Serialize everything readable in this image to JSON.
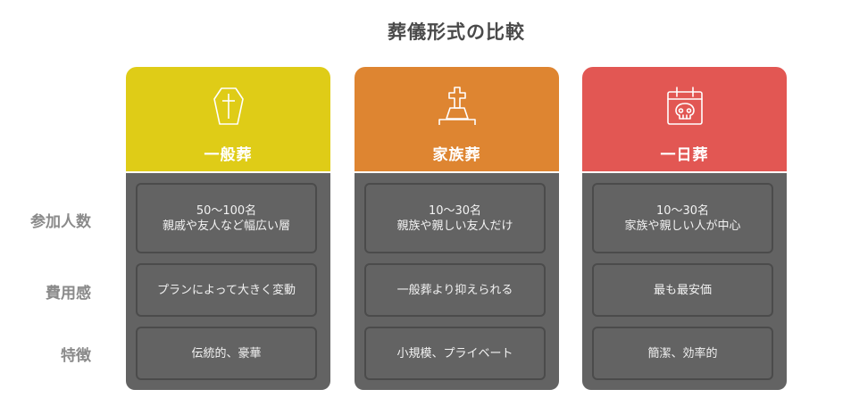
{
  "title": "葬儀形式の比較",
  "row_labels": [
    "参加人数",
    "費用感",
    "特徴"
  ],
  "columns": [
    {
      "name": "一般葬",
      "icon": "coffin-icon",
      "color": "#dfcc17",
      "cells": {
        "participants_count": "50〜100名",
        "participants_desc": "親戚や友人など幅広い層",
        "cost": "プランによって大きく変動",
        "feature": "伝統的、豪華"
      }
    },
    {
      "name": "家族葬",
      "icon": "gravestone-cross-icon",
      "color": "#de8531",
      "cells": {
        "participants_count": "10〜30名",
        "participants_desc": "親族や親しい友人だけ",
        "cost": "一般葬より抑えられる",
        "feature": "小規模、プライベート"
      }
    },
    {
      "name": "一日葬",
      "icon": "calendar-skull-icon",
      "color": "#e25753",
      "cells": {
        "participants_count": "10〜30名",
        "participants_desc": "家族や親しい人が中心",
        "cost": "最も最安価",
        "feature": "簡潔、効率的"
      }
    }
  ],
  "colors": {
    "body_gray": "#636363",
    "cell_border": "#4b4b4b",
    "title_text": "#4a4a4a",
    "label_text": "#8a8a8a"
  }
}
